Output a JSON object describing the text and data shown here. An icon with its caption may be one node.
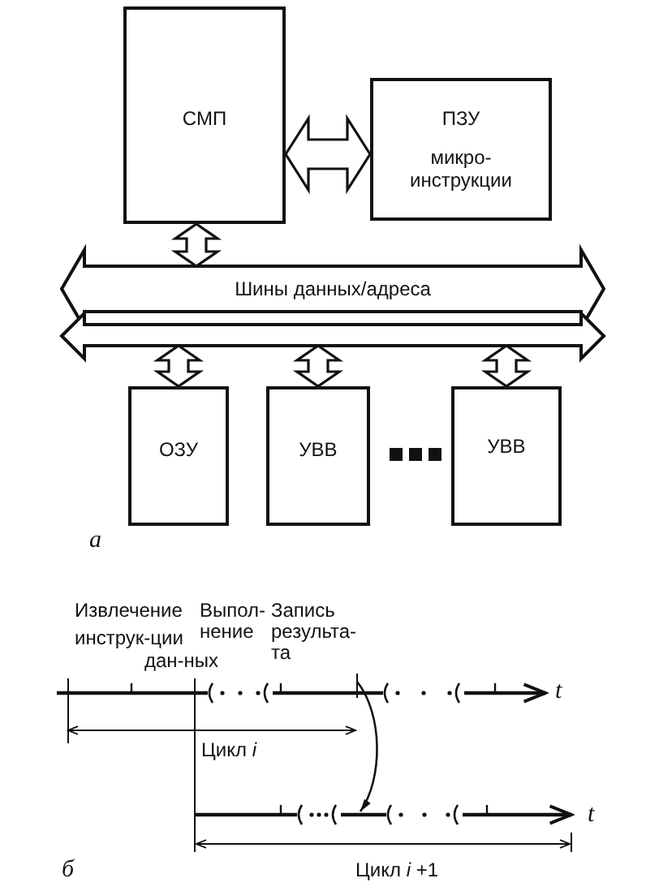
{
  "diagram": {
    "nodes": [
      {
        "text": [
          "СМП"
        ]
      },
      {
        "text": [
          "ПЗУ",
          "микро-инструкции"
        ]
      },
      {
        "text": [
          "Шины данных/адреса"
        ]
      },
      {
        "text": [],
        "shape": "bar"
      },
      {
        "text": [
          "ОЗУ"
        ]
      },
      {
        "text": [
          "УВВ"
        ]
      },
      {
        "text": [
          "УВВ"
        ]
      }
    ],
    "edges": [
      {
        "from": 0,
        "to": 1,
        "arrow": "both"
      },
      {
        "from": 0,
        "to": 2,
        "arrow": "both"
      },
      {
        "from": 3,
        "to": 4,
        "arrow": "both"
      },
      {
        "from": 3,
        "to": 5,
        "arrow": "both"
      },
      {
        "from": 3,
        "to": 6,
        "arrow": "both"
      }
    ],
    "labels": [
      "а",
      "Извлечение",
      "инструк-ции",
      "дан-ных",
      "Выпол-нение",
      "Запись результа-та",
      "t",
      "Цикл *i*",
      "t",
      "б",
      "Цикл *i* +1"
    ]
  }
}
